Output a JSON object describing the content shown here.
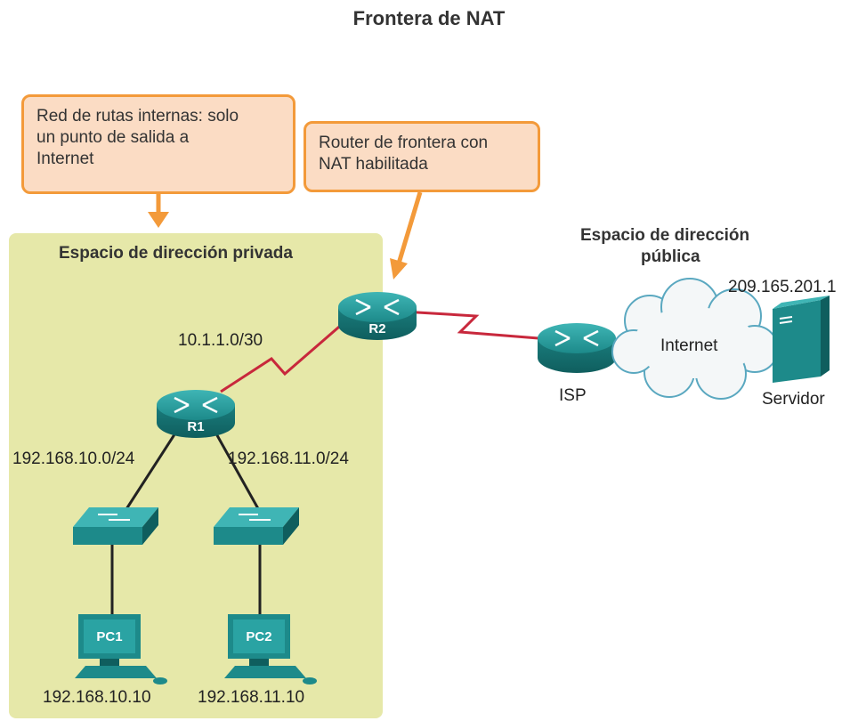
{
  "title": "Frontera de NAT",
  "callouts": {
    "internal": [
      "Red de rutas internas: solo",
      "un punto de salida a",
      "Internet"
    ],
    "border": [
      "Router de frontera con",
      "NAT habilitada"
    ]
  },
  "zones": {
    "private": "Espacio de dirección privada",
    "public_line1": "Espacio de dirección",
    "public_line2": "pública"
  },
  "devices": {
    "r1": "R1",
    "r2": "R2",
    "isp": "ISP",
    "pc1": "PC1",
    "pc2": "PC2",
    "server": "Servidor",
    "internet": "Internet"
  },
  "addresses": {
    "r1_r2_link": "10.1.1.0/30",
    "lan1": "192.168.10.0/24",
    "lan2": "192.168.11.0/24",
    "pc1_ip": "192.168.10.10",
    "pc2_ip": "192.168.11.10",
    "server_ip": "209.165.201.1"
  },
  "colors": {
    "callout_fill": "#fbdcc4",
    "callout_border": "#f39a3a",
    "private_zone": "#e6e8a9",
    "device_teal": "#1f8c8c",
    "serial_link": "#c8283c"
  }
}
